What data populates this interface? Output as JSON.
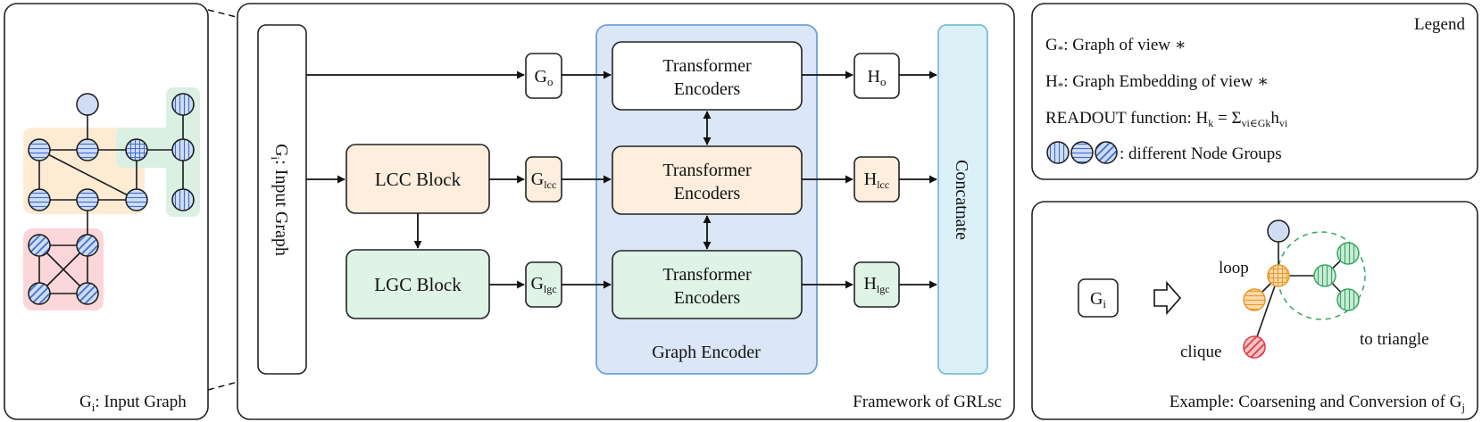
{
  "panels": {
    "input_caption_main": "G",
    "input_caption_sub": "i",
    "input_caption_rest": ": Input Graph",
    "framework_caption": "Framework of GRLsc",
    "legend_title": "Legend",
    "example_caption_main": "Example: Coarsening and Conversion of G",
    "example_caption_sub": "j"
  },
  "input_box": {
    "main": "G",
    "sub": "i",
    "rest": ": Input Graph"
  },
  "blocks": {
    "lcc": "LCC Block",
    "lgc": "LGC Block",
    "encoder_line1": "Transformer",
    "encoder_line2": "Encoders",
    "graph_encoder": "Graph Encoder",
    "concat": "Concatnate"
  },
  "views": [
    {
      "g_main": "G",
      "g_sub": "o",
      "h_main": "H",
      "h_sub": "o"
    },
    {
      "g_main": "G",
      "g_sub": "lcc",
      "h_main": "H",
      "h_sub": "lcc"
    },
    {
      "g_main": "G",
      "g_sub": "lgc",
      "h_main": "H",
      "h_sub": "lgc"
    }
  ],
  "legend": {
    "line1_main": "G",
    "line1_sub": "*",
    "line1_rest": ": Graph of view ∗",
    "line2_main": "H",
    "line2_sub": "*",
    "line2_rest": ": Graph Embedding of view ∗",
    "line3_pre": "READOUT function: H",
    "line3_sub1": "k",
    "line3_mid": " = Σ",
    "line3_sub2": "vi∈Gk",
    "line3_mid2": "h",
    "line3_sub3": "vi",
    "line4": ": different Node Groups"
  },
  "example": {
    "g_main": "G",
    "g_sub": "i",
    "label_loop": "loop",
    "label_clique": "clique",
    "label_triangle": "to triangle"
  },
  "colors": {
    "node_blue": "#cfdcf3",
    "node_blue_stroke": "#3f6ec9",
    "node_orange": "#fbd9a8",
    "node_orange_stroke": "#e59a2c",
    "node_green": "#c9ecd5",
    "node_green_stroke": "#3aa564",
    "node_red": "#f7c3c3",
    "node_red_stroke": "#d93c4a",
    "lcc_fill": "#fdeedd",
    "lgc_fill": "#dff3e6",
    "encoder_bg": "#dbe6f6",
    "encoder_border": "#6fa0d8",
    "concat_fill": "#dcf0f8",
    "concat_border": "#78bfd8",
    "orange_region": "#fdebd3",
    "green_region": "#d9f0e2",
    "red_region": "#fbd7d9"
  }
}
